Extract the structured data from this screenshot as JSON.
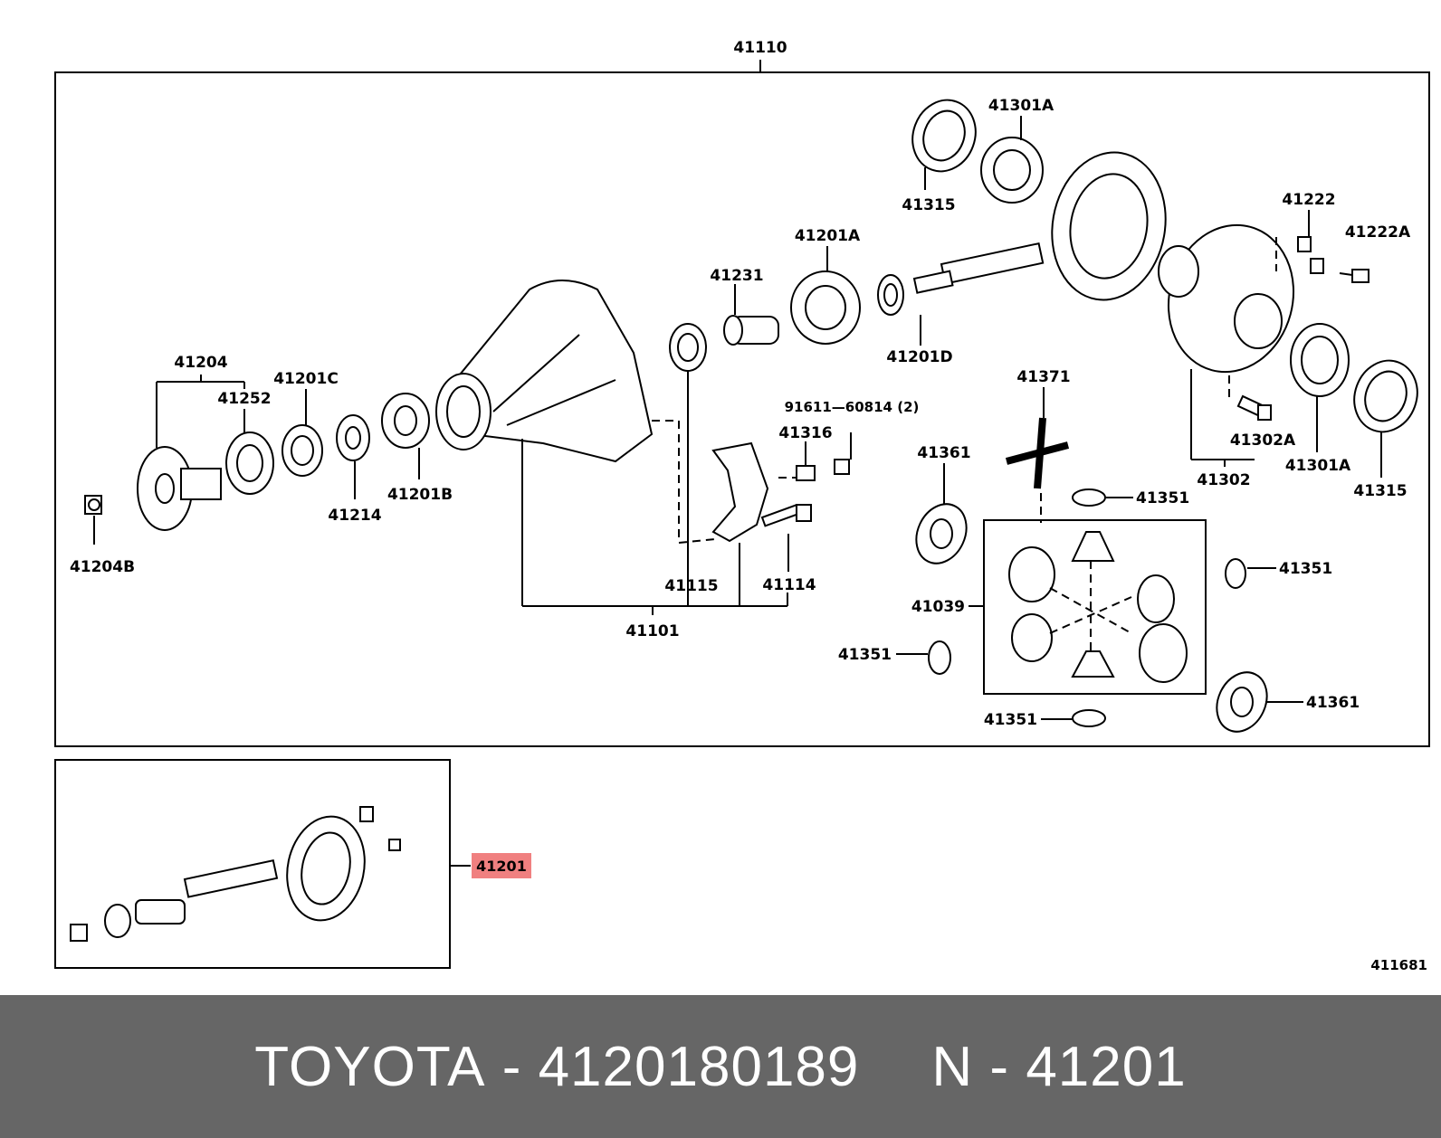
{
  "diagram": {
    "labels": {
      "l41110": "41110",
      "l41301A_top": "41301A",
      "l41315_top": "41315",
      "l41222": "41222",
      "l41222A": "41222A",
      "l41201A": "41201A",
      "l41231": "41231",
      "l41201D": "41201D",
      "l41204": "41204",
      "l41201C": "41201C",
      "l41252": "41252",
      "l41214": "41214",
      "l41201B": "41201B",
      "l41204B": "41204B",
      "l91611": "91611—60814 (2)",
      "l41316": "41316",
      "l41371": "41371",
      "l41361_top": "41361",
      "l41302A": "41302A",
      "l41302": "41302",
      "l41301A_right": "41301A",
      "l41315_right": "41315",
      "l41351_a": "41351",
      "l41351_b": "41351",
      "l41351_c": "41351",
      "l41351_d": "41351",
      "l41115": "41115",
      "l41114": "41114",
      "l41101": "41101",
      "l41039": "41039",
      "l41361_bottom": "41361",
      "l41201_highlight": "41201",
      "l411681": "411681"
    },
    "highlight_color": "#f08080"
  },
  "footer": {
    "brand": "TOYOTA",
    "sep1": "-",
    "part_number": "4120180189",
    "n_prefix": "N",
    "sep2": "-",
    "diagram_ref": "41201"
  }
}
